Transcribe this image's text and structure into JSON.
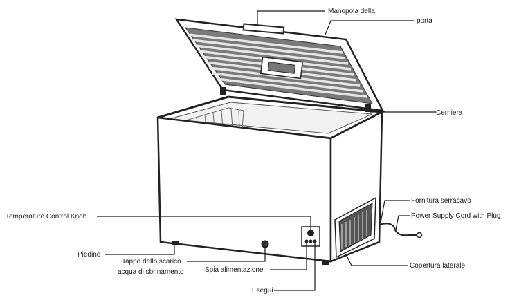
{
  "labels": {
    "handle_line1": "Manopola della",
    "handle_line2": "porta",
    "hinge": "Cerniera",
    "cable_clamp": "Fornitura serracavo",
    "power_cord": "Power Supply Cord with Plug",
    "temp_knob": "Temperature Control Knob",
    "foot": "Piedino",
    "drain_line1": "Tappo dello scarico",
    "drain_line2": "acqua di sbrinamento",
    "power_light": "Spia alimentazione",
    "run_light": "Esegui",
    "side_cover": "Copertura laterale"
  },
  "colors": {
    "line": "#1a1a1a",
    "outline": "#222222",
    "lid_gasket": "#8a8a8a",
    "body_fill": "#ffffff"
  }
}
